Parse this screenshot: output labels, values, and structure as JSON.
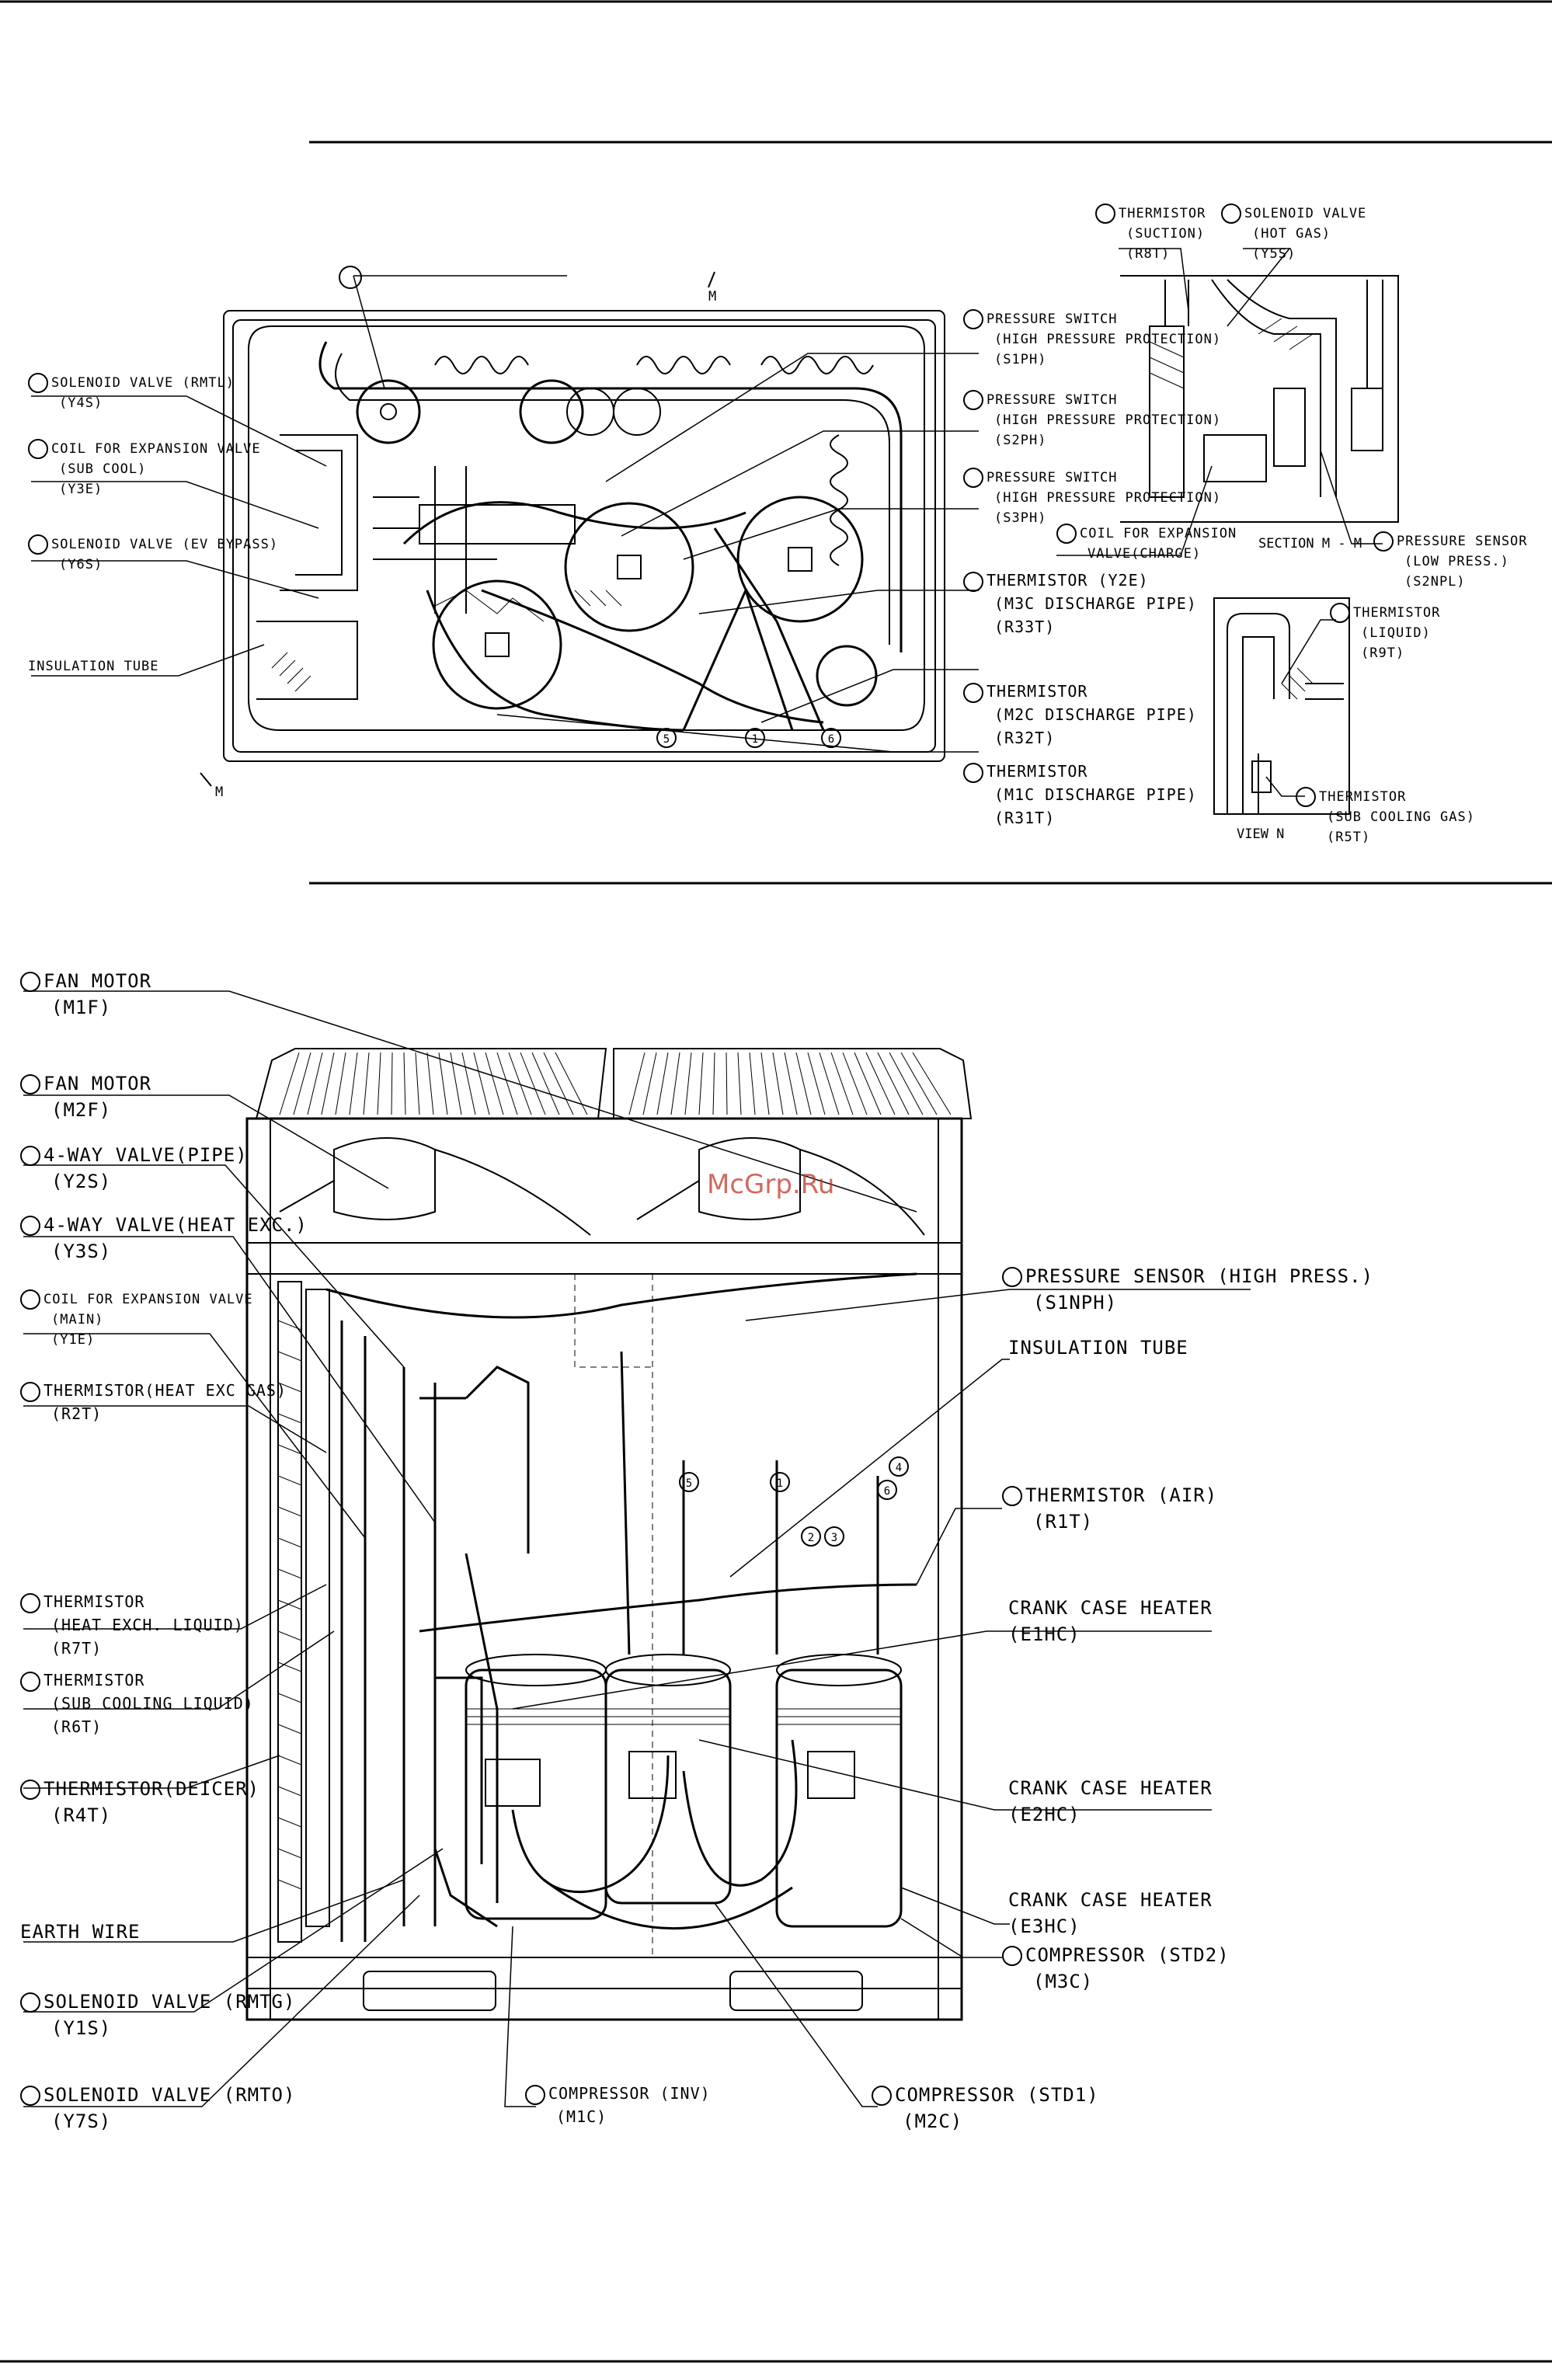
{
  "watermark": "McGrp.Ru",
  "top_view": {
    "labels": [
      {
        "id": "y4s",
        "lines": [
          "SOLENOID VALVE (RMTL)",
          "(Y4S)"
        ]
      },
      {
        "id": "y3e",
        "lines": [
          "COIL FOR EXPANSION VALVE",
          "(SUB COOL)",
          "(Y3E)"
        ]
      },
      {
        "id": "y6s",
        "lines": [
          "SOLENOID VALVE (EV BYPASS)",
          "(Y6S)"
        ]
      },
      {
        "id": "ins",
        "lines": [
          "INSULATION TUBE"
        ]
      },
      {
        "id": "s1ph",
        "lines": [
          "PRESSURE SWITCH",
          "(HIGH PRESSURE PROTECTION)",
          "(S1PH)"
        ]
      },
      {
        "id": "s2ph",
        "lines": [
          "PRESSURE SWITCH",
          "(HIGH PRESSURE PROTECTION)",
          "(S2PH)"
        ]
      },
      {
        "id": "s3ph",
        "lines": [
          "PRESSURE SWITCH",
          "(HIGH PRESSURE PROTECTION)",
          "(S3PH)"
        ]
      },
      {
        "id": "r33t",
        "lines": [
          "THERMISTOR  (Y2E)",
          "(M3C DISCHARGE PIPE)",
          "(R33T)"
        ]
      },
      {
        "id": "r32t",
        "lines": [
          "THERMISTOR",
          "(M2C DISCHARGE PIPE)",
          "(R32T)"
        ]
      },
      {
        "id": "r31t",
        "lines": [
          "THERMISTOR",
          "(M1C DISCHARGE PIPE)",
          "(R31T)"
        ]
      },
      {
        "id": "r8t",
        "lines": [
          "THERMISTOR",
          "(SUCTION)",
          "(R8T)"
        ]
      },
      {
        "id": "y5s",
        "lines": [
          "SOLENOID VALVE",
          "(HOT GAS)",
          "(Y5S)"
        ]
      },
      {
        "id": "y2e_charge",
        "lines": [
          "COIL FOR EXPANSION",
          "VALVE(CHARGE)"
        ]
      },
      {
        "id": "s2npl",
        "lines": [
          "PRESSURE SENSOR",
          "(LOW PRESS.)",
          "(S2NPL)"
        ]
      },
      {
        "id": "r9t",
        "lines": [
          "THERMISTOR",
          "(LIQUID)",
          "(R9T)"
        ]
      },
      {
        "id": "r5t",
        "lines": [
          "THERMISTOR",
          "(SUB COOLING GAS)",
          "(R5T)"
        ]
      }
    ],
    "section_label": "SECTION M - M",
    "view_label": "VIEW N",
    "section_mark": "M"
  },
  "side_view": {
    "labels": [
      {
        "id": "m1f",
        "lines": [
          "FAN MOTOR",
          "(M1F)"
        ]
      },
      {
        "id": "m2f",
        "lines": [
          "FAN MOTOR",
          "(M2F)"
        ]
      },
      {
        "id": "y2s",
        "lines": [
          "4-WAY VALVE(PIPE)",
          "(Y2S)"
        ]
      },
      {
        "id": "y3s",
        "lines": [
          "4-WAY VALVE(HEAT EXC.)",
          "(Y3S)"
        ]
      },
      {
        "id": "y1e",
        "lines": [
          "COIL FOR EXPANSION VALVE",
          "(MAIN)",
          "(Y1E)"
        ]
      },
      {
        "id": "r2t",
        "lines": [
          "THERMISTOR(HEAT EXC GAS)",
          "(R2T)"
        ]
      },
      {
        "id": "r7t",
        "lines": [
          "THERMISTOR",
          "(HEAT EXCH. LIQUID)",
          "(R7T)"
        ]
      },
      {
        "id": "r6t",
        "lines": [
          "THERMISTOR",
          "(SUB COOLING LIQUID)",
          "(R6T)"
        ]
      },
      {
        "id": "r4t",
        "lines": [
          "THERMISTOR(DEICER)",
          "(R4T)"
        ]
      },
      {
        "id": "earth",
        "lines": [
          "EARTH WIRE"
        ]
      },
      {
        "id": "y1s",
        "lines": [
          "SOLENOID VALVE (RMTG)",
          "(Y1S)"
        ]
      },
      {
        "id": "y7s",
        "lines": [
          "SOLENOID VALVE (RMTO)",
          "(Y7S)"
        ]
      },
      {
        "id": "m1c",
        "lines": [
          "COMPRESSOR (INV)",
          "(M1C)"
        ]
      },
      {
        "id": "m2c",
        "lines": [
          "COMPRESSOR (STD1)",
          "(M2C)"
        ]
      },
      {
        "id": "s1nph",
        "lines": [
          "PRESSURE SENSOR (HIGH PRESS.)",
          "(S1NPH)"
        ]
      },
      {
        "id": "ins2",
        "lines": [
          "INSULATION TUBE"
        ]
      },
      {
        "id": "r1t",
        "lines": [
          "THERMISTOR (AIR)",
          "(R1T)"
        ]
      },
      {
        "id": "e1hc",
        "lines": [
          "CRANK CASE HEATER",
          "(E1HC)"
        ]
      },
      {
        "id": "e2hc",
        "lines": [
          "CRANK CASE HEATER",
          "(E2HC)"
        ]
      },
      {
        "id": "e3hc",
        "lines": [
          "CRANK CASE HEATER",
          "(E3HC)"
        ]
      },
      {
        "id": "m3c",
        "lines": [
          "COMPRESSOR (STD2)",
          "(M3C)"
        ]
      }
    ]
  },
  "marker_numbers": [
    "5",
    "1",
    "6",
    "5",
    "1",
    "2",
    "3",
    "6",
    "4"
  ]
}
